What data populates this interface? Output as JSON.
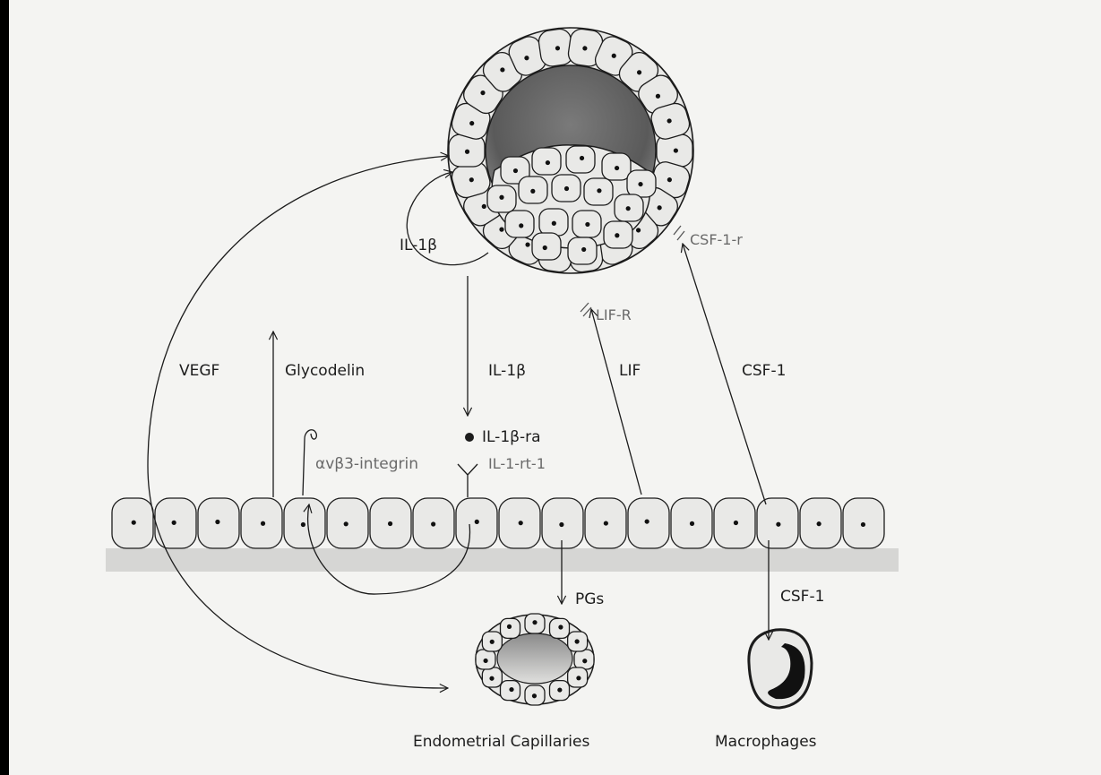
{
  "labels": {
    "il1b_top": "IL-1β",
    "csf1r": "CSF-1-r",
    "lifr": "LIF-R",
    "vegf": "VEGF",
    "glycodelin": "Glycodelin",
    "il1b_mid": "IL-1β",
    "lif": "LIF",
    "csf1_mid": "CSF-1",
    "il1b_ra": "IL-1β-ra",
    "integrin": "αvβ3-integrin",
    "il1rt1": "IL-1-rt-1",
    "pgs": "PGs",
    "csf1_low": "CSF-1",
    "capillaries": "Endometrial Capillaries",
    "macrophages": "Macrophages"
  },
  "colors": {
    "ink": "#1c1c1c",
    "cell_fill": "#e9e9e7",
    "cavity_dark": "#5e5e5e",
    "membrane": "#d3d3d1",
    "gray_label": "#6a6a6a"
  }
}
